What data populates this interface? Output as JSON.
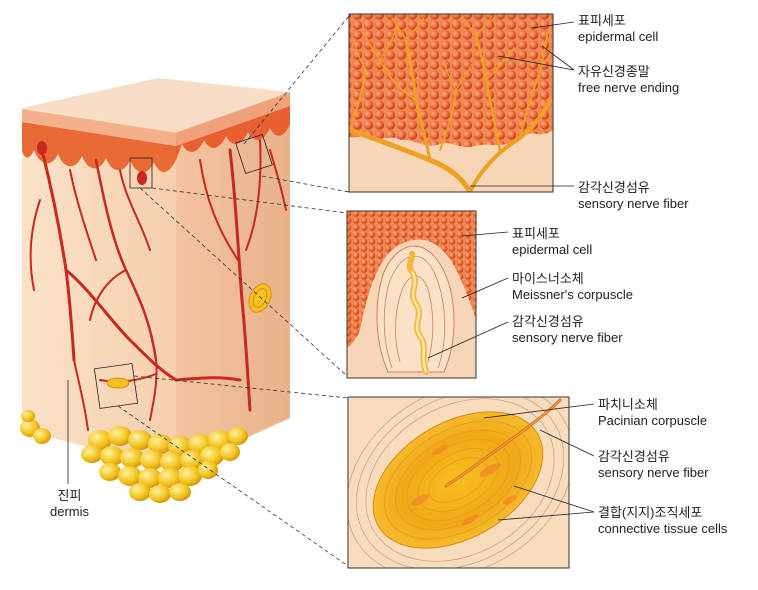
{
  "labels": {
    "top_epidermal": {
      "ko": "표피세포",
      "en": "epidermal cell"
    },
    "top_free_nerve": {
      "ko": "자유신경종말",
      "en": "free nerve ending"
    },
    "top_sensory_fiber": {
      "ko": "감각신경섬유",
      "en": "sensory nerve fiber"
    },
    "mid_epidermal": {
      "ko": "표피세포",
      "en": "epidermal cell"
    },
    "mid_meissner": {
      "ko": "마이스너소체",
      "en": "Meissner's corpuscle"
    },
    "mid_sensory_fiber": {
      "ko": "감각신경섬유",
      "en": "sensory nerve fiber"
    },
    "bot_pacinian": {
      "ko": "파치니소체",
      "en": "Pacinian corpuscle"
    },
    "bot_sensory_fiber": {
      "ko": "감각신경섬유",
      "en": "sensory nerve fiber"
    },
    "bot_connective": {
      "ko": "결합(지지)조직세포",
      "en": "connective tissue cells"
    },
    "dermis": {
      "ko": "진피",
      "en": "dermis"
    }
  },
  "colors": {
    "epidermis_cell": "#e8582a",
    "nerve": "#f0a020",
    "vessel": "#c8281e",
    "dermis": "#f6d2b0",
    "fat": "#f2c21c"
  }
}
